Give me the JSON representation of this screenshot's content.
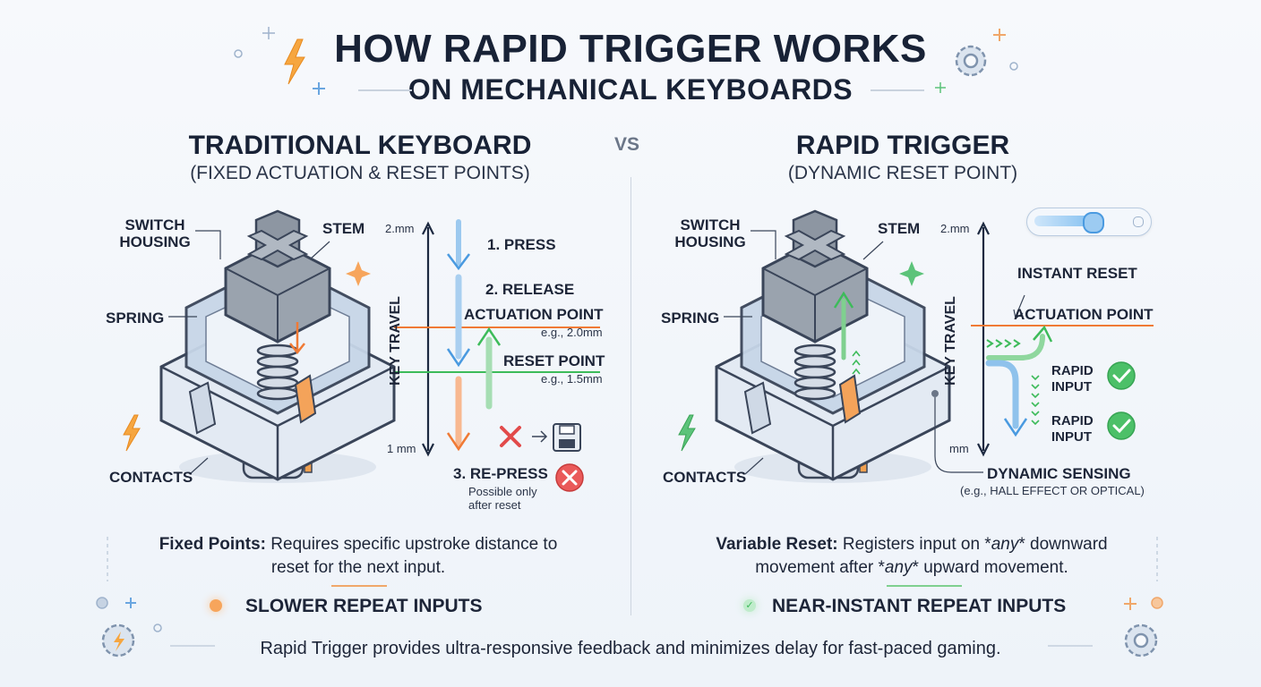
{
  "header": {
    "title": "HOW RAPID TRIGGER WORKS",
    "subtitle": "ON MECHANICAL KEYBOARDS"
  },
  "vs_label": "VS",
  "left": {
    "title": "TRADITIONAL KEYBOARD",
    "subtitle": "(FIXED ACTUATION & RESET POINTS)",
    "labels": {
      "switch_housing": "SWITCH\nHOUSING",
      "stem": "STEM",
      "spring": "SPRING",
      "contacts": "CONTACTS"
    },
    "scale_top": "2.mm",
    "scale_bottom": "1 mm",
    "axis_label": "KEY TRAVEL",
    "steps": [
      "1. PRESS",
      "2. RELEASE",
      "3. RE-PRESS"
    ],
    "repress_note": "Possible only\nafter reset",
    "actuation_label": "ACTUATION POINT",
    "actuation_example": "e.g., 2.0mm",
    "reset_label": "RESET POINT",
    "reset_example": "e.g., 1.5mm",
    "desc_bold": "Fixed Points:",
    "desc_text": " Requires specific upstroke distance to reset for the next input.",
    "result": "SLOWER REPEAT INPUTS"
  },
  "right": {
    "title": "RAPID TRIGGER",
    "subtitle": "(DYNAMIC RESET POINT)",
    "labels": {
      "switch_housing": "SWITCH\nHOUSING",
      "stem": "STEM",
      "spring": "SPRING",
      "contacts": "CONTACTS"
    },
    "scale_top": "2.mm",
    "scale_bottom": "mm",
    "axis_label": "KEY TRAVEL",
    "instant_reset": "INSTANT RESET",
    "actuation_label": "ACTUATION POINT",
    "rapid_input_1": "RAPID\nINPUT",
    "rapid_input_2": "RAPID\nINPUT",
    "dynamic_sensing": "DYNAMIC SENSING",
    "dynamic_example": "(e.g., HALL EFFECT OR OPTICAL)",
    "desc_bold": "Variable Reset:",
    "desc_text_1": " Registers input on *",
    "desc_em_1": "any",
    "desc_text_2": "* downward movement after *",
    "desc_em_2": "any",
    "desc_text_3": "* upward movement.",
    "result": "NEAR-INSTANT REPEAT INPUTS"
  },
  "footer": "Rapid Trigger provides ultra-responsive feedback and minimizes delay for fast-paced gaming.",
  "colors": {
    "orange": "#f07a35",
    "green": "#3dbb5a",
    "blue": "#4a9ae0",
    "red": "#e24b4b",
    "dark": "#1c2940"
  },
  "icons": [
    "lightning-icon",
    "gear-icon",
    "sparkle-icon",
    "check-icon",
    "cross-icon",
    "save-icon",
    "toggle-switch-icon"
  ]
}
